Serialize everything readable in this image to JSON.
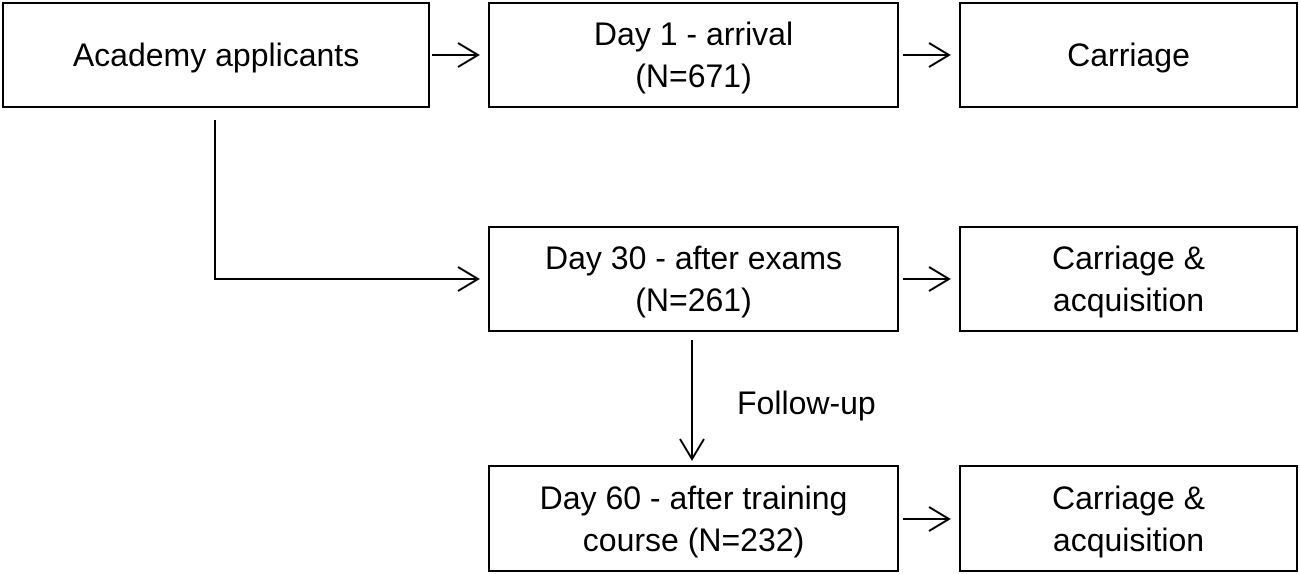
{
  "diagram": {
    "source": {
      "label": "Academy applicants"
    },
    "stages": [
      {
        "line1": "Day 1 - arrival",
        "line2": "(N=671)",
        "outcome_line1": "Carriage",
        "outcome_line2": ""
      },
      {
        "line1": "Day 30 - after exams",
        "line2": "(N=261)",
        "outcome_line1": "Carriage &",
        "outcome_line2": "acquisition"
      },
      {
        "line1": "Day 60 - after training",
        "line2": "course (N=232)",
        "outcome_line1": "Carriage &",
        "outcome_line2": "acquisition"
      }
    ],
    "followup_label": "Follow-up",
    "line_color": "#000000"
  }
}
